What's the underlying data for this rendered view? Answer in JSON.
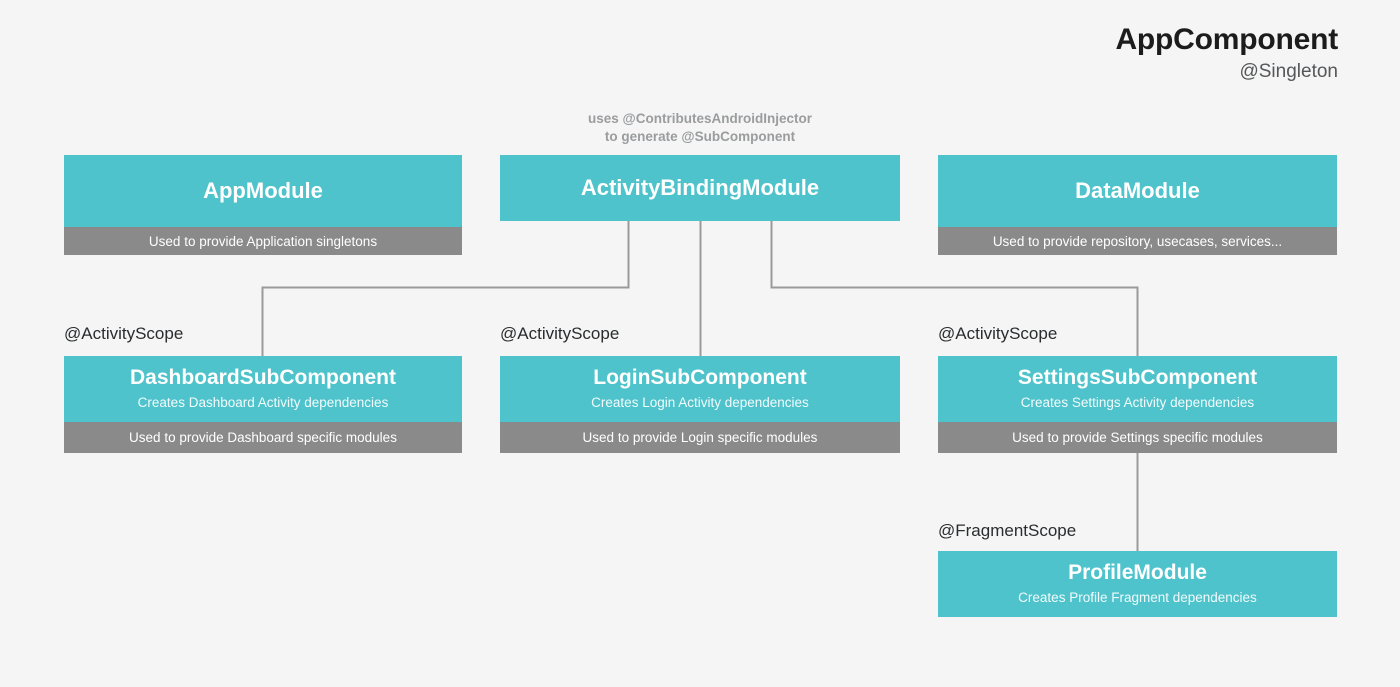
{
  "header": {
    "title": "AppComponent",
    "subtitle": "@Singleton"
  },
  "center_note": {
    "line1": "uses @ContributesAndroidInjector",
    "line2": "to generate @SubComponent"
  },
  "colors": {
    "background": "#f5f5f5",
    "node_teal": "#4ec3cb",
    "node_footer_gray": "#8a8a8a",
    "connector_gray": "#9a9a9a",
    "title_text": "#1c1c1c",
    "note_text": "#9a9c9e",
    "scope_text": "#2a2c2e"
  },
  "modules": [
    {
      "id": "app-module",
      "title": "AppModule",
      "footer": "Used to provide Application singletons"
    },
    {
      "id": "activity-binding-module",
      "title": "ActivityBindingModule",
      "footer": ""
    },
    {
      "id": "data-module",
      "title": "DataModule",
      "footer": "Used to provide repository, usecases, services..."
    }
  ],
  "subcomponents": [
    {
      "id": "dashboard-subcomponent",
      "scope": "@ActivityScope",
      "title": "DashboardSubComponent",
      "subtitle": "Creates Dashboard Activity dependencies",
      "footer": "Used to provide Dashboard specific modules"
    },
    {
      "id": "login-subcomponent",
      "scope": "@ActivityScope",
      "title": "LoginSubComponent",
      "subtitle": "Creates Login Activity dependencies",
      "footer": "Used to provide Login specific modules"
    },
    {
      "id": "settings-subcomponent",
      "scope": "@ActivityScope",
      "title": "SettingsSubComponent",
      "subtitle": "Creates Settings Activity dependencies",
      "footer": "Used to provide Settings specific modules"
    }
  ],
  "fragments": [
    {
      "id": "profile-module",
      "scope": "@FragmentScope",
      "title": "ProfileModule",
      "subtitle": "Creates Profile Fragment dependencies"
    }
  ]
}
